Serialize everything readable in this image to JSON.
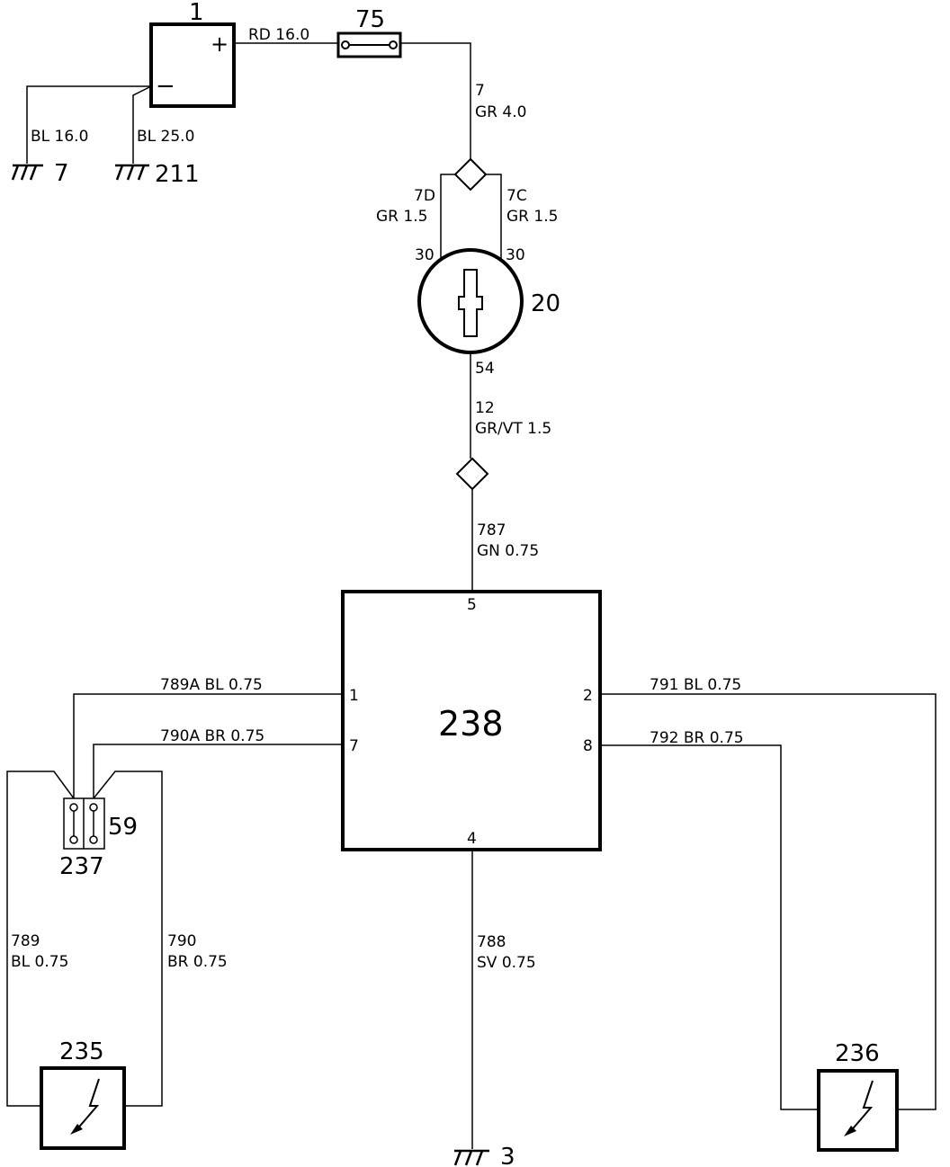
{
  "components": {
    "battery": {
      "id": "1",
      "plus": "+",
      "minus": "−"
    },
    "fuse": {
      "id": "75"
    },
    "ignition_switch": {
      "id": "20",
      "pin_in_left": "30",
      "pin_in_right": "30",
      "pin_out": "54"
    },
    "control_unit": {
      "id": "238",
      "pin_top": "5",
      "pin_bottom": "4",
      "pin_left_upper": "1",
      "pin_left_lower": "7",
      "pin_right_upper": "2",
      "pin_right_lower": "8"
    },
    "connector": {
      "id": "237",
      "side_id": "59"
    },
    "sensor_left": {
      "id": "235"
    },
    "sensor_right": {
      "id": "236"
    },
    "grounds": {
      "g7": "7",
      "g211": "211",
      "g3": "3"
    }
  },
  "wires": {
    "rd16": "RD 16.0",
    "w7_num": "7",
    "w7_spec": "GR 4.0",
    "w7d_num": "7D",
    "w7d_spec": "GR 1.5",
    "w7c_num": "7C",
    "w7c_spec": "GR 1.5",
    "w12_num": "12",
    "w12_spec": "GR/VT 1.5",
    "w787_num": "787",
    "w787_spec": "GN 0.75",
    "bl16": "BL 16.0",
    "bl25": "BL 25.0",
    "w789a": "789A BL 0.75",
    "w790a": "790A BR 0.75",
    "w791": "791 BL 0.75",
    "w792": "792 BR 0.75",
    "w789_num": "789",
    "w789_spec": "BL 0.75",
    "w790_num": "790",
    "w790_spec": "BR 0.75",
    "w788_num": "788",
    "w788_spec": "SV 0.75"
  }
}
